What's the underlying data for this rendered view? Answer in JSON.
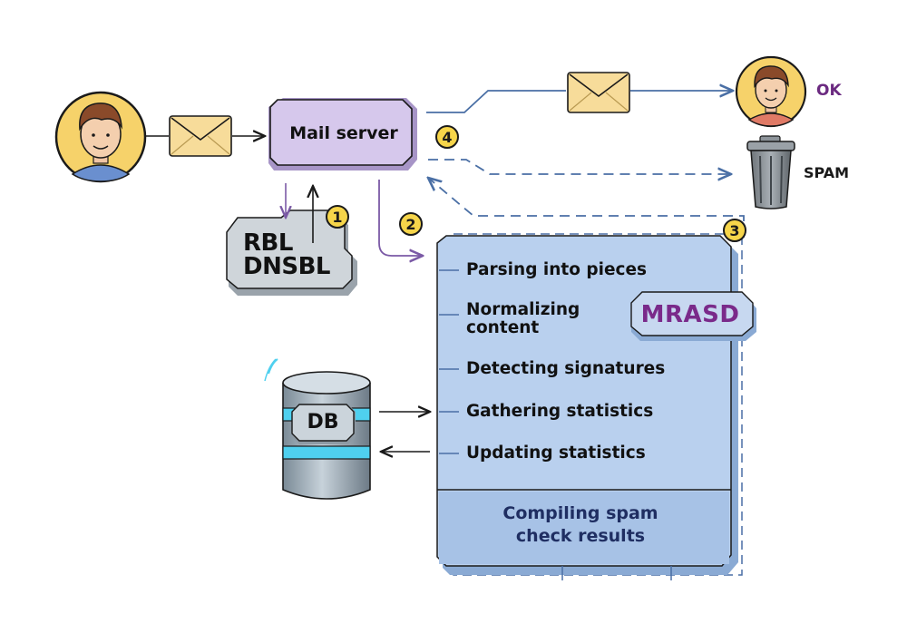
{
  "mail_server": {
    "label": "Mail server"
  },
  "blacklist": {
    "label": "RBL\nDNSBL"
  },
  "steps": [
    "1",
    "2",
    "3",
    "4"
  ],
  "process": {
    "items": [
      "Parsing into pieces",
      "Normalizing\ncontent",
      "Detecting signatures",
      "Gathering statistics",
      "Updating statistics"
    ],
    "footer": "Compiling spam\ncheck results"
  },
  "module": {
    "label": "MRASD"
  },
  "database": {
    "label": "DB"
  },
  "outcomes": {
    "ok": "OK",
    "spam": "SPAM"
  },
  "colors": {
    "flow_line": "#4a6fa5",
    "mail_server_fill": "#d6c8ec",
    "process_fill": "#b9d0ee",
    "accent_purple": "#7a2a8a",
    "envelope": "#f7dc9a",
    "db_stripe": "#4fd0ef",
    "step_badge": "#f6d54a"
  },
  "icons": [
    "sender-avatar",
    "envelope-icon",
    "recipient-avatar",
    "trash-can-icon",
    "database-icon"
  ]
}
